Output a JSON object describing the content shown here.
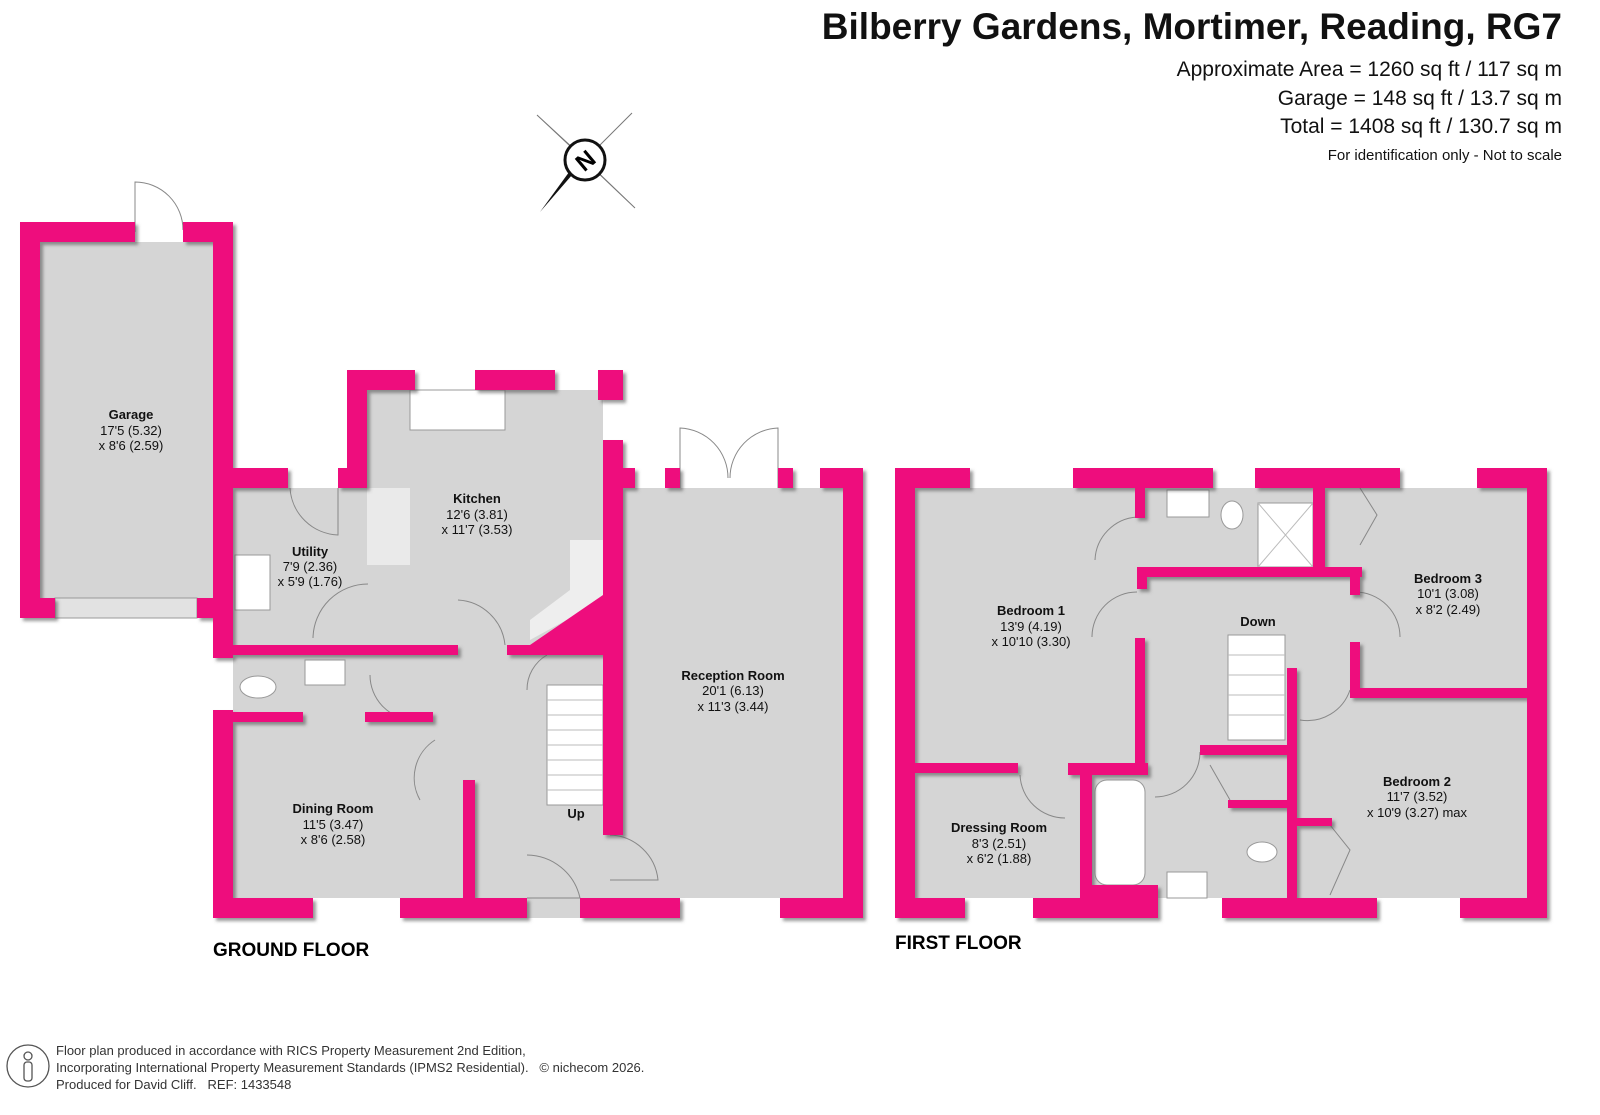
{
  "header": {
    "title": "Bilberry Gardens, Mortimer, Reading, RG7",
    "area_lines": [
      "Approximate Area = 1260 sq ft / 117 sq m",
      "Garage = 148 sq ft / 13.7 sq m",
      "Total = 1408 sq ft / 130.7 sq m"
    ],
    "note": "For identification only - Not to scale"
  },
  "compass": {
    "letter": "N"
  },
  "ground_floor": {
    "label": "GROUND FLOOR",
    "rooms": [
      {
        "name": "Garage",
        "dim1": "17'5 (5.32)",
        "dim2": "x 8'6 (2.59)"
      },
      {
        "name": "Utility",
        "dim1": "7'9 (2.36)",
        "dim2": "x 5'9 (1.76)"
      },
      {
        "name": "Kitchen",
        "dim1": "12'6 (3.81)",
        "dim2": "x 11'7 (3.53)"
      },
      {
        "name": "Reception Room",
        "dim1": "20'1 (6.13)",
        "dim2": "x 11'3 (3.44)"
      },
      {
        "name": "Dining Room",
        "dim1": "11'5 (3.47)",
        "dim2": "x 8'6 (2.58)"
      }
    ],
    "stairs_label": "Up"
  },
  "first_floor": {
    "label": "FIRST FLOOR",
    "rooms": [
      {
        "name": "Bedroom 1",
        "dim1": "13'9 (4.19)",
        "dim2": "x 10'10 (3.30)"
      },
      {
        "name": "Bedroom 3",
        "dim1": "10'1 (3.08)",
        "dim2": "x 8'2 (2.49)"
      },
      {
        "name": "Bedroom 2",
        "dim1": "11'7 (3.52)",
        "dim2": "x 10'9 (3.27) max"
      },
      {
        "name": "Dressing Room",
        "dim1": "8'3 (2.51)",
        "dim2": "x 6'2 (1.88)"
      }
    ],
    "stairs_label": "Down"
  },
  "footer": {
    "line1": "Floor plan produced in accordance with RICS Property Measurement 2nd Edition,",
    "line2": "Incorporating International Property Measurement Standards (IPMS2 Residential).",
    "copyright": "© nichecom 2026.",
    "line3_produced": "Produced for David Cliff.",
    "ref": "REF:  1433548"
  },
  "colors": {
    "wall": "#ee0f7d",
    "floor": "#d5d5d5"
  }
}
